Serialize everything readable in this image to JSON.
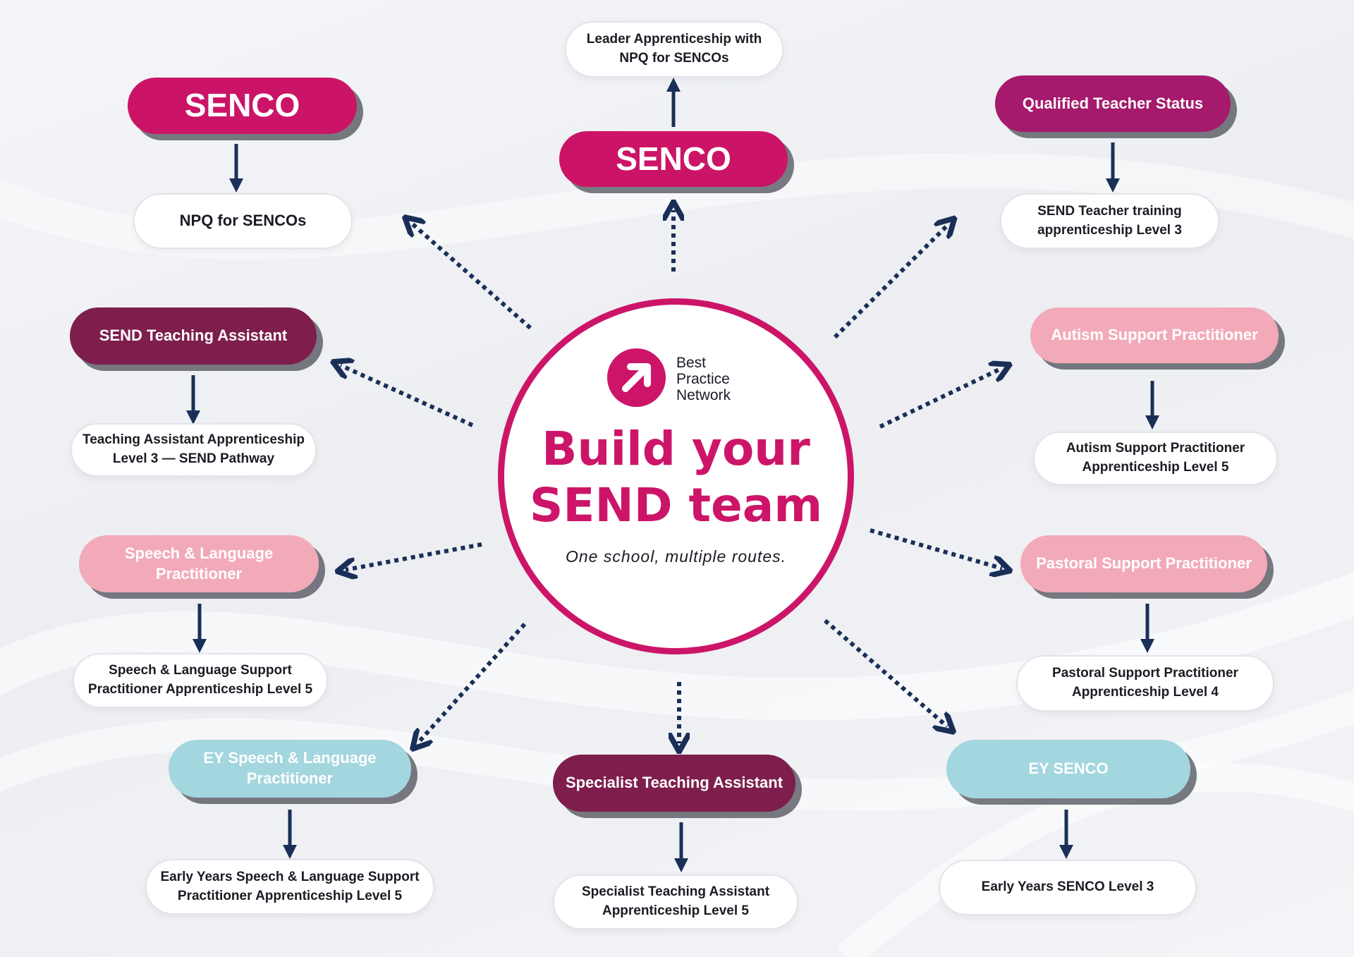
{
  "brand": {
    "name_lines": [
      "Best",
      "Practice",
      "Network"
    ],
    "color": "#cc1568"
  },
  "center": {
    "headline_lines": [
      "Build your",
      "SEND team"
    ],
    "tagline": "One school, multiple routes."
  },
  "colors": {
    "senco": "#cb1467",
    "magenta": "#a51a6c",
    "plum": "#7e1e4d",
    "pink": "#f2aab9",
    "teal": "#a3d6df",
    "arrow": "#1a2f58"
  },
  "routes": [
    {
      "role": "SENCO",
      "qualification": "NPQ for SENCOs"
    },
    {
      "role": "SENCO",
      "qualification": "Leader Apprenticeship with NPQ for SENCOs"
    },
    {
      "role": "Qualified Teacher Status",
      "qualification": "SEND Teacher training apprenticeship Level 3"
    },
    {
      "role": "SEND Teaching Assistant",
      "qualification": "Teaching Assistant Apprenticeship Level 3 — SEND Pathway"
    },
    {
      "role": "Autism Support Practitioner",
      "qualification": "Autism Support Practitioner Apprenticeship Level 5"
    },
    {
      "role": "Speech & Language Practitioner",
      "qualification": "Speech & Language Support Practitioner Apprenticeship Level 5"
    },
    {
      "role": "Pastoral Support Practitioner",
      "qualification": "Pastoral Support Practitioner Apprenticeship Level 4"
    },
    {
      "role": "EY Speech & Language Practitioner",
      "qualification": "Early Years Speech & Language Support Practitioner Apprenticeship Level 5"
    },
    {
      "role": "Specialist Teaching Assistant",
      "qualification": "Specialist Teaching Assistant Apprenticeship Level 5"
    },
    {
      "role": "EY SENCO",
      "qualification": "Early Years SENCO Level 3"
    }
  ]
}
